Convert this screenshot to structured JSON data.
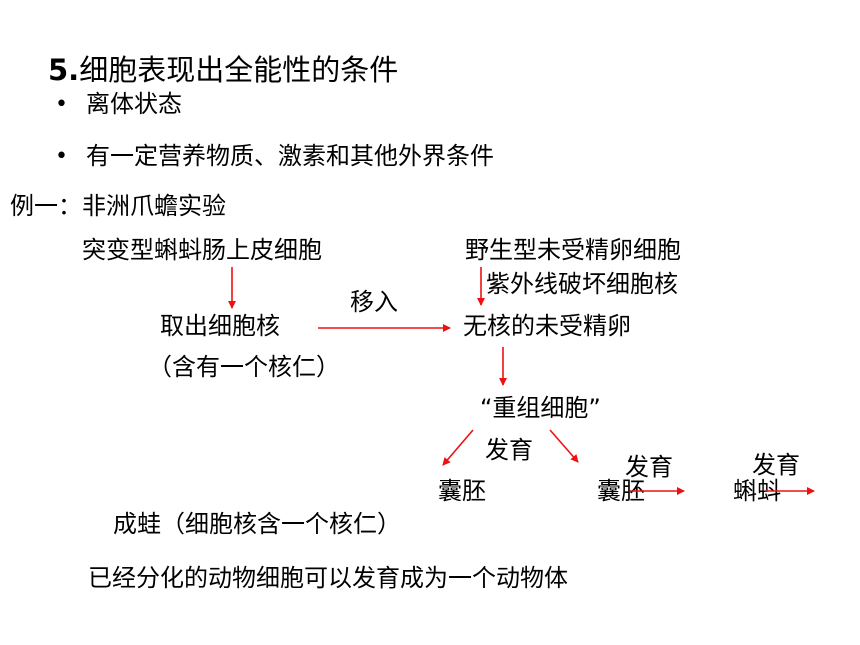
{
  "title": {
    "number": "5.",
    "text": "细胞表现出全能性的条件"
  },
  "bullets": [
    "离体状态",
    "有一定营养物质、激素和其他外界条件"
  ],
  "example_title": "例一：非洲爪蟾实验",
  "diagram": {
    "mutant_cell": "突变型蝌蚪肠上皮细胞",
    "wildtype_egg": "野生型未受精卵细胞",
    "uv_destroy": "紫外线破坏细胞核",
    "extract_nucleus": "取出细胞核",
    "transfer": "移入",
    "enucleated_egg": "无核的未受精卵",
    "contains_nucleolus": "（含有一个核仁）",
    "recombinant_cell": "“重组细胞”",
    "develop": "发育",
    "blastula_1": "囊胚",
    "blastula_2": "囊胚",
    "develop_2": "发育",
    "develop_3": "发育",
    "tadpole": "蝌蚪",
    "frog": "成蛙（细胞核含一个核仁）"
  },
  "conclusion": "已经分化的动物细胞可以发育成为一个动物体",
  "colors": {
    "arrow": "#ee1111",
    "text": "#000000"
  }
}
